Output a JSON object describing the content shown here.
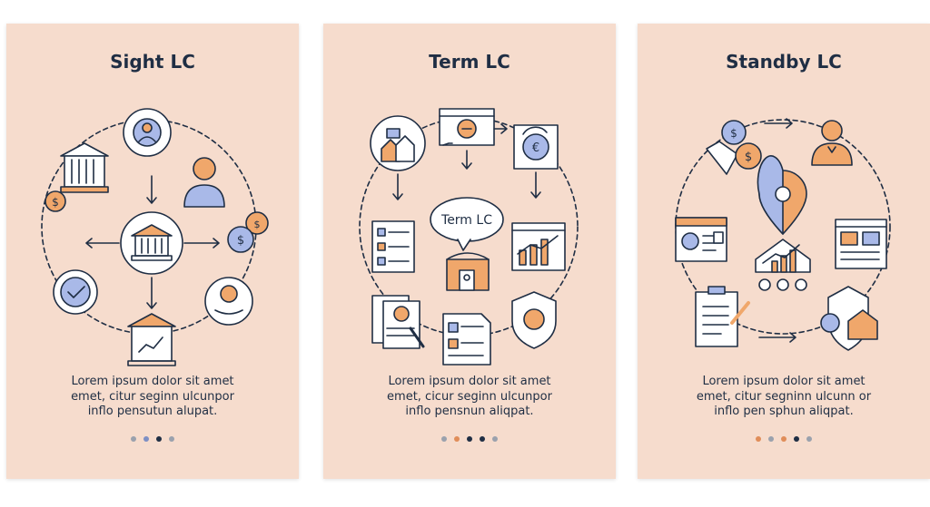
{
  "colors": {
    "card_background": "#f6dccd",
    "ink": "#1f2e44",
    "orange_accent": "#f0a76b",
    "blue_accent": "#a9b9e8",
    "dot_dark": "#1f2e44",
    "dot_gray": "#9aa1ad",
    "dot_orange": "#e08d59",
    "dot_blue": "#7d8fc4"
  },
  "cards": [
    {
      "title": "Sight LC",
      "body_lines": [
        "Lorem ipsum dolor sit amet",
        "emet, citur seginn ulcunpor",
        "inflo pensutun alupat."
      ],
      "icons": [
        "bank-icon",
        "globe-person-icon",
        "person-icon",
        "dollar-coin-icon",
        "central-bank-icon",
        "dollar-coins-icon",
        "checkmark-circle-icon",
        "hand-dollar-icon",
        "chart-building-icon"
      ],
      "dots": [
        "dot_gray",
        "dot_blue",
        "dot_dark",
        "dot_gray"
      ]
    },
    {
      "title": "Term LC",
      "center_bubble": "Term LC",
      "body_lines": [
        "Lorem ipsum dolor sit amet",
        "emet, cicur seginn ulcunpor",
        "inflo pensnun aliqpat."
      ],
      "icons": [
        "houses-icon",
        "coin-card-icon",
        "euro-cycle-icon",
        "checklist-icon",
        "chart-board-icon",
        "bank-facade-icon",
        "document-pen-icon",
        "form-icon",
        "shield-coin-icon"
      ],
      "dots": [
        "dot_gray",
        "dot_orange",
        "dot_dark",
        "dot_dark",
        "dot_gray"
      ]
    },
    {
      "title": "Standby LC",
      "body_lines": [
        "Lorem ipsum dolor sit amet",
        "emet, citur segninn ulcunn or",
        "inflo pen sphun aliqpat."
      ],
      "icons": [
        "dollar-bags-icon",
        "person-icon",
        "id-card-icon",
        "location-pin-icon",
        "report-window-icon",
        "house-chart-icon",
        "clipboard-pen-icon",
        "shield-house-icon"
      ],
      "dots": [
        "dot_orange",
        "dot_gray",
        "dot_orange",
        "dot_dark",
        "dot_gray"
      ]
    }
  ]
}
